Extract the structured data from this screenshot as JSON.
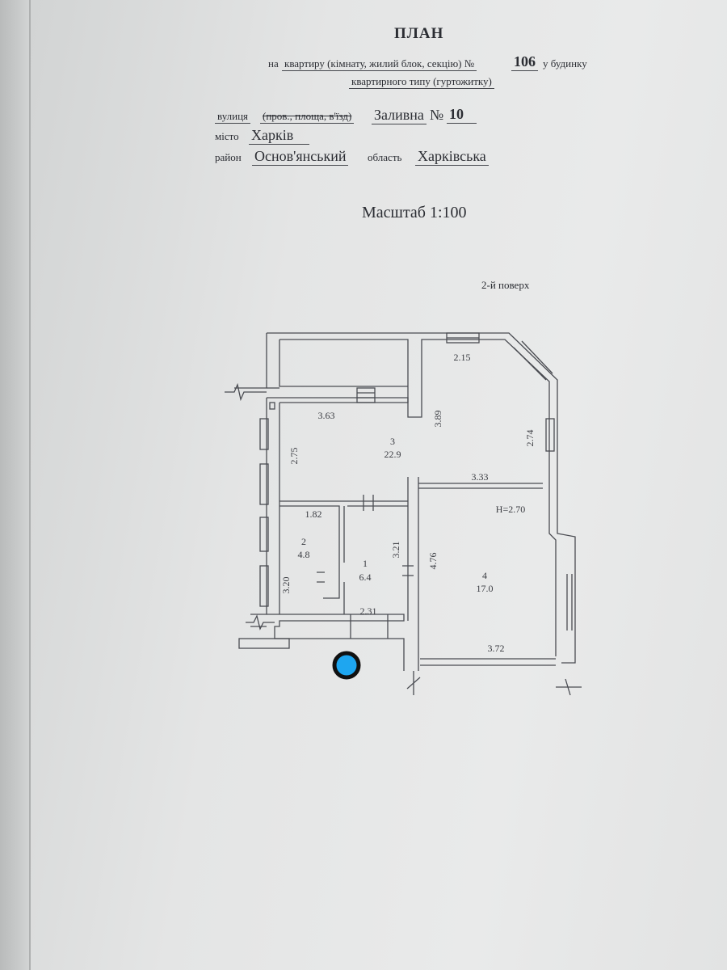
{
  "header": {
    "title": "ПЛАН",
    "line1_prefix": "на",
    "line1_text": "квартиру (кімнату, жилий блок, секцію) №",
    "apartment_number": "106",
    "line1_suffix": "у будинку",
    "line2_text": "квартирного типу (гуртожитку)",
    "street_label": "вулиця",
    "street_types": "(пров., площа, в'їзд)",
    "street_value": "Заливна",
    "number_label": "№",
    "house_number": "10",
    "city_label": "місто",
    "city_value": "Харків",
    "district_label": "район",
    "district_value": "Основ'янський",
    "region_label": "область",
    "region_value": "Харківська"
  },
  "scale": "Масштаб 1:100",
  "floor": "2-й поверх",
  "plan": {
    "ceiling_height": "H=2.70",
    "rooms": [
      {
        "number": "1",
        "area": "6.4"
      },
      {
        "number": "2",
        "area": "4.8"
      },
      {
        "number": "3",
        "area": "22.9"
      },
      {
        "number": "4",
        "area": "17.0"
      }
    ],
    "dimensions": [
      "2.15",
      "3.63",
      "3.89",
      "2.74",
      "2.75",
      "3.33",
      "1.82",
      "3.21",
      "4.76",
      "3.20",
      "2.31",
      "3.72"
    ]
  },
  "marker": {
    "color": "#1ea6f0",
    "border": "#111111"
  }
}
